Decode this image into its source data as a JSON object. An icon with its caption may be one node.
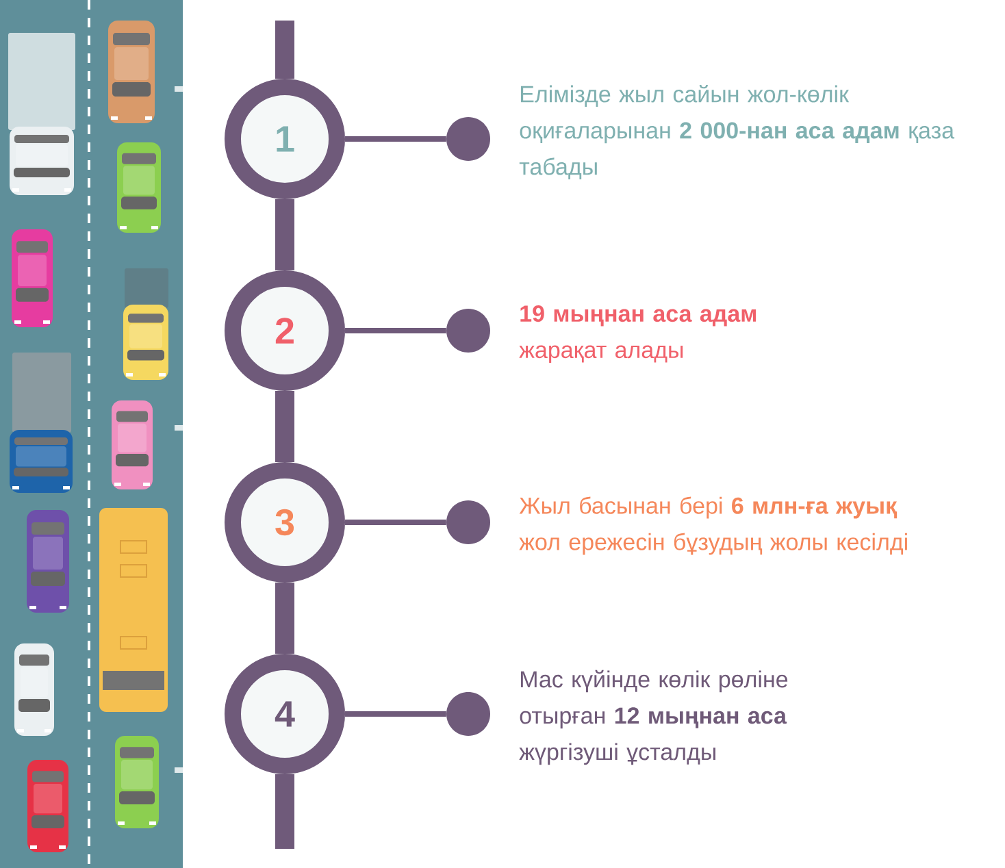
{
  "diagram": {
    "nodes": [
      {
        "text": [
          "1"
        ]
      },
      {
        "text": [],
        "shape": "circle",
        "beside": [
          "Елімізде жыл сайын жол-көлік оқиғаларынан **2 000-нан аса адам** қаза табады"
        ]
      },
      {
        "text": [
          "2"
        ]
      },
      {
        "text": [],
        "shape": "circle",
        "beside": [
          "**19 мыңнан аса адам** жарақат алады"
        ]
      },
      {
        "text": [
          "3"
        ]
      },
      {
        "text": [],
        "shape": "circle",
        "beside": [
          "Жыл басынан бері **6 млн-ға жуық** жол ережесін бұзудың жолы кесілді"
        ]
      },
      {
        "text": [
          "4"
        ]
      },
      {
        "text": [],
        "shape": "circle",
        "beside": [
          "Мас күйінде көлік рөліне отырған **12 мыңнан аса** жүргізуші ұсталды"
        ]
      }
    ],
    "edges": [
      {
        "from": null,
        "to": 0,
        "arrow": "none"
      },
      {
        "from": 0,
        "to": 1,
        "arrow": "none"
      },
      {
        "from": 0,
        "to": 2,
        "arrow": "none"
      },
      {
        "from": 2,
        "to": 3,
        "arrow": "none"
      },
      {
        "from": 2,
        "to": 4,
        "arrow": "none"
      },
      {
        "from": 4,
        "to": 5,
        "arrow": "none"
      },
      {
        "from": 4,
        "to": 6,
        "arrow": "none"
      },
      {
        "from": 6,
        "to": 7,
        "arrow": "none"
      },
      {
        "from": 6,
        "to": null,
        "arrow": "none"
      }
    ]
  }
}
